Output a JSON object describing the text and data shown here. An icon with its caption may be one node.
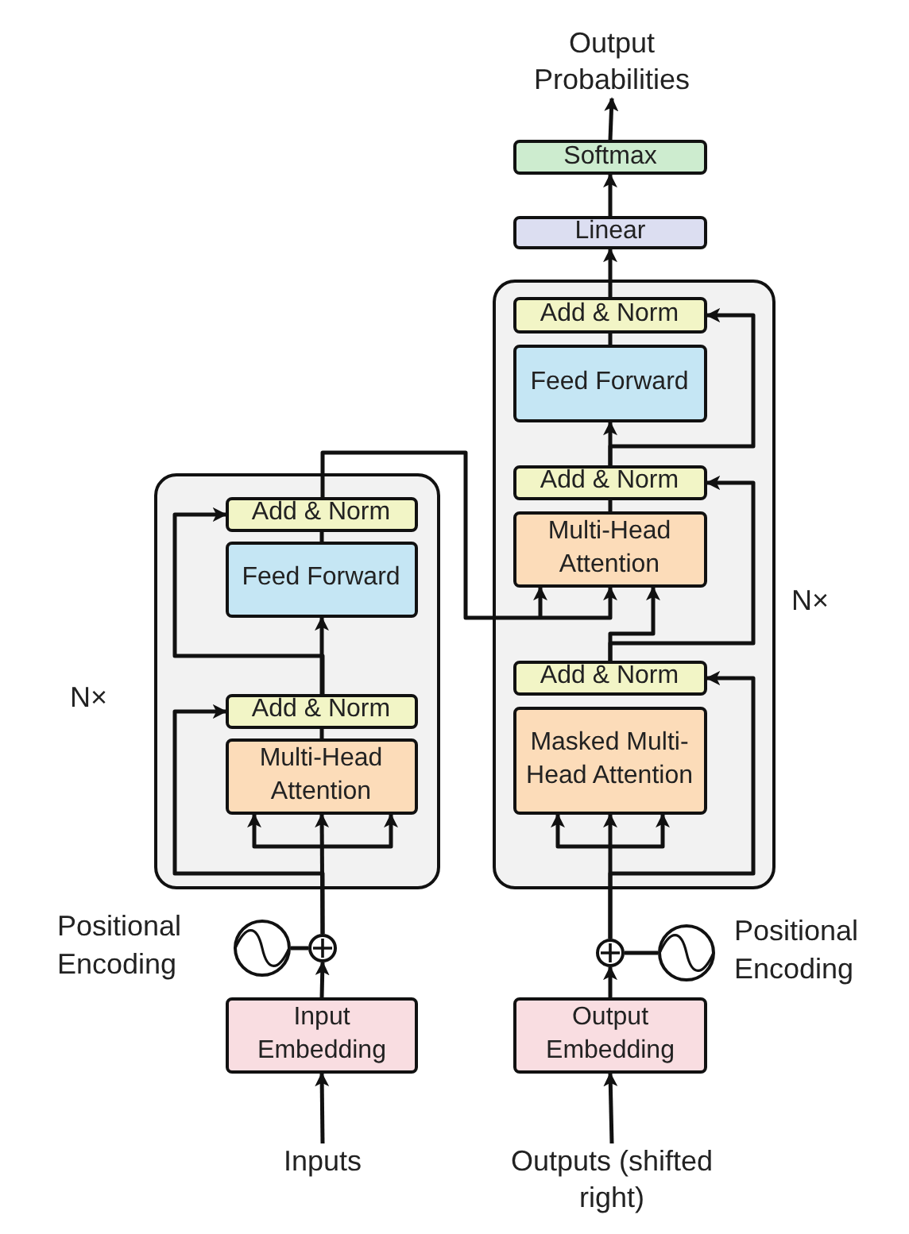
{
  "diagram": {
    "nodes": [
      {
        "text": [],
        "shape": "box",
        "beside": [
          "N×"
        ]
      },
      {
        "text": [
          "Add & Norm"
        ],
        "in": 0
      },
      {
        "text": [
          "Feed Forward"
        ],
        "in": 0
      },
      {
        "text": [
          "Add & Norm"
        ],
        "in": 0
      },
      {
        "text": [
          "Multi-Head Attention"
        ],
        "in": 0
      },
      {
        "text": [],
        "shape": "box",
        "beside": [
          "N×"
        ]
      },
      {
        "text": [
          "Add & Norm"
        ],
        "in": 5
      },
      {
        "text": [
          "Feed Forward"
        ],
        "in": 5
      },
      {
        "text": [
          "Add & Norm"
        ],
        "in": 5
      },
      {
        "text": [
          "Multi-Head Attention"
        ],
        "in": 5
      },
      {
        "text": [
          "Add & Norm"
        ],
        "in": 5
      },
      {
        "text": [
          "Masked Multi-Head Attention"
        ],
        "in": 5
      },
      {
        "text": [
          "Linear"
        ]
      },
      {
        "text": [
          "Softmax"
        ]
      },
      {
        "text": [
          "Output Probabilities"
        ]
      },
      {
        "text": [
          "Input Embedding"
        ]
      },
      {
        "text": [
          "Output Embedding"
        ]
      },
      {
        "text": [],
        "shape": "circle"
      },
      {
        "text": [],
        "shape": "circle",
        "beside": [
          "Positional Encoding"
        ]
      },
      {
        "text": [],
        "shape": "circle"
      },
      {
        "text": [],
        "shape": "circle",
        "beside": [
          "Positional Encoding"
        ]
      },
      {
        "text": [
          "Inputs"
        ]
      },
      {
        "text": [
          "Outputs (shifted right)"
        ]
      }
    ],
    "edges": [
      {
        "from": 21,
        "to": 15,
        "arrow": "to"
      },
      {
        "from": 15,
        "to": 17,
        "arrow": "to"
      },
      {
        "from": 18,
        "to": 17,
        "arrow": "none"
      },
      {
        "from": 17,
        "to": 4,
        "arrow": "to"
      },
      {
        "from": 17,
        "to": 3,
        "arrow": "to"
      },
      {
        "from": 4,
        "to": 3,
        "arrow": "none"
      },
      {
        "from": 3,
        "to": 2,
        "arrow": "to"
      },
      {
        "from": 3,
        "to": 1,
        "arrow": "to"
      },
      {
        "from": 2,
        "to": 1,
        "arrow": "none"
      },
      {
        "from": 1,
        "to": 9,
        "arrow": "to"
      },
      {
        "from": 10,
        "to": 9,
        "arrow": "to"
      },
      {
        "from": 10,
        "to": 8,
        "arrow": "to"
      },
      {
        "from": 9,
        "to": 8,
        "arrow": "none"
      },
      {
        "from": 8,
        "to": 7,
        "arrow": "to"
      },
      {
        "from": 8,
        "to": 6,
        "arrow": "to"
      },
      {
        "from": 7,
        "to": 6,
        "arrow": "none"
      },
      {
        "from": 6,
        "to": 12,
        "arrow": "to"
      },
      {
        "from": 12,
        "to": 13,
        "arrow": "to"
      },
      {
        "from": 13,
        "to": 14,
        "arrow": "to"
      },
      {
        "from": 22,
        "to": 16,
        "arrow": "to"
      },
      {
        "from": 16,
        "to": 19,
        "arrow": "to"
      },
      {
        "from": 20,
        "to": 19,
        "arrow": "none"
      },
      {
        "from": 19,
        "to": 11,
        "arrow": "to"
      },
      {
        "from": 19,
        "to": 10,
        "arrow": "to"
      }
    ]
  }
}
